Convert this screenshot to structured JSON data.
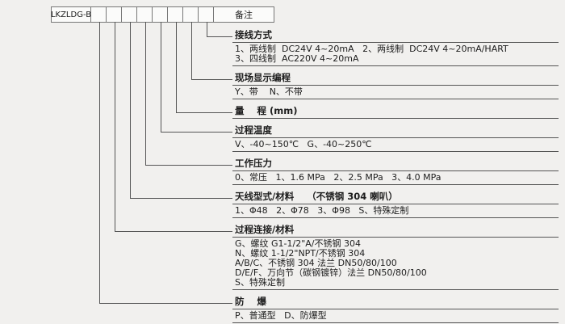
{
  "model": {
    "prefix": "LKZLDG-B",
    "remark": "备注",
    "code_box_count": 8
  },
  "sections": [
    {
      "key": "wiring",
      "title": "接线方式",
      "options": [
        "1、两线制  DC24V 4~20mA   2、两线制  DC24V 4~20mA/HART",
        "3、四线制  AC220V 4~20mA"
      ]
    },
    {
      "key": "display",
      "title": "现场显示编程",
      "options": [
        "Y、带    N、不带"
      ]
    },
    {
      "key": "range",
      "title": "量    程 (mm)",
      "options": []
    },
    {
      "key": "temperature",
      "title": "过程温度",
      "options": [
        "V、-40~150℃   G、-40~250℃"
      ]
    },
    {
      "key": "pressure",
      "title": "工作压力",
      "options": [
        "0、常压   1、1.6 MPa   2、2.5 MPa   3、4.0 MPa"
      ]
    },
    {
      "key": "antenna",
      "title": "天线型式/材料    （不锈钢 304 喇叭）",
      "options": [
        "1、Φ48   2、Φ78   3、Φ98   S、特殊定制"
      ]
    },
    {
      "key": "connection",
      "title": "过程连接/材料",
      "options": [
        "G、螺纹 G1-1/2\"A/不锈钢 304",
        "N、螺纹 1-1/2\"NPT/不锈钢 304",
        "A/B/C、不锈钢 304 法兰 DN50/80/100",
        "D/E/F、万向节（碳钢镀锌）法兰 DN50/80/100",
        "S、特殊定制"
      ]
    },
    {
      "key": "explosion",
      "title": "防    爆",
      "options": [
        "P、普通型   D、防爆型"
      ]
    }
  ]
}
